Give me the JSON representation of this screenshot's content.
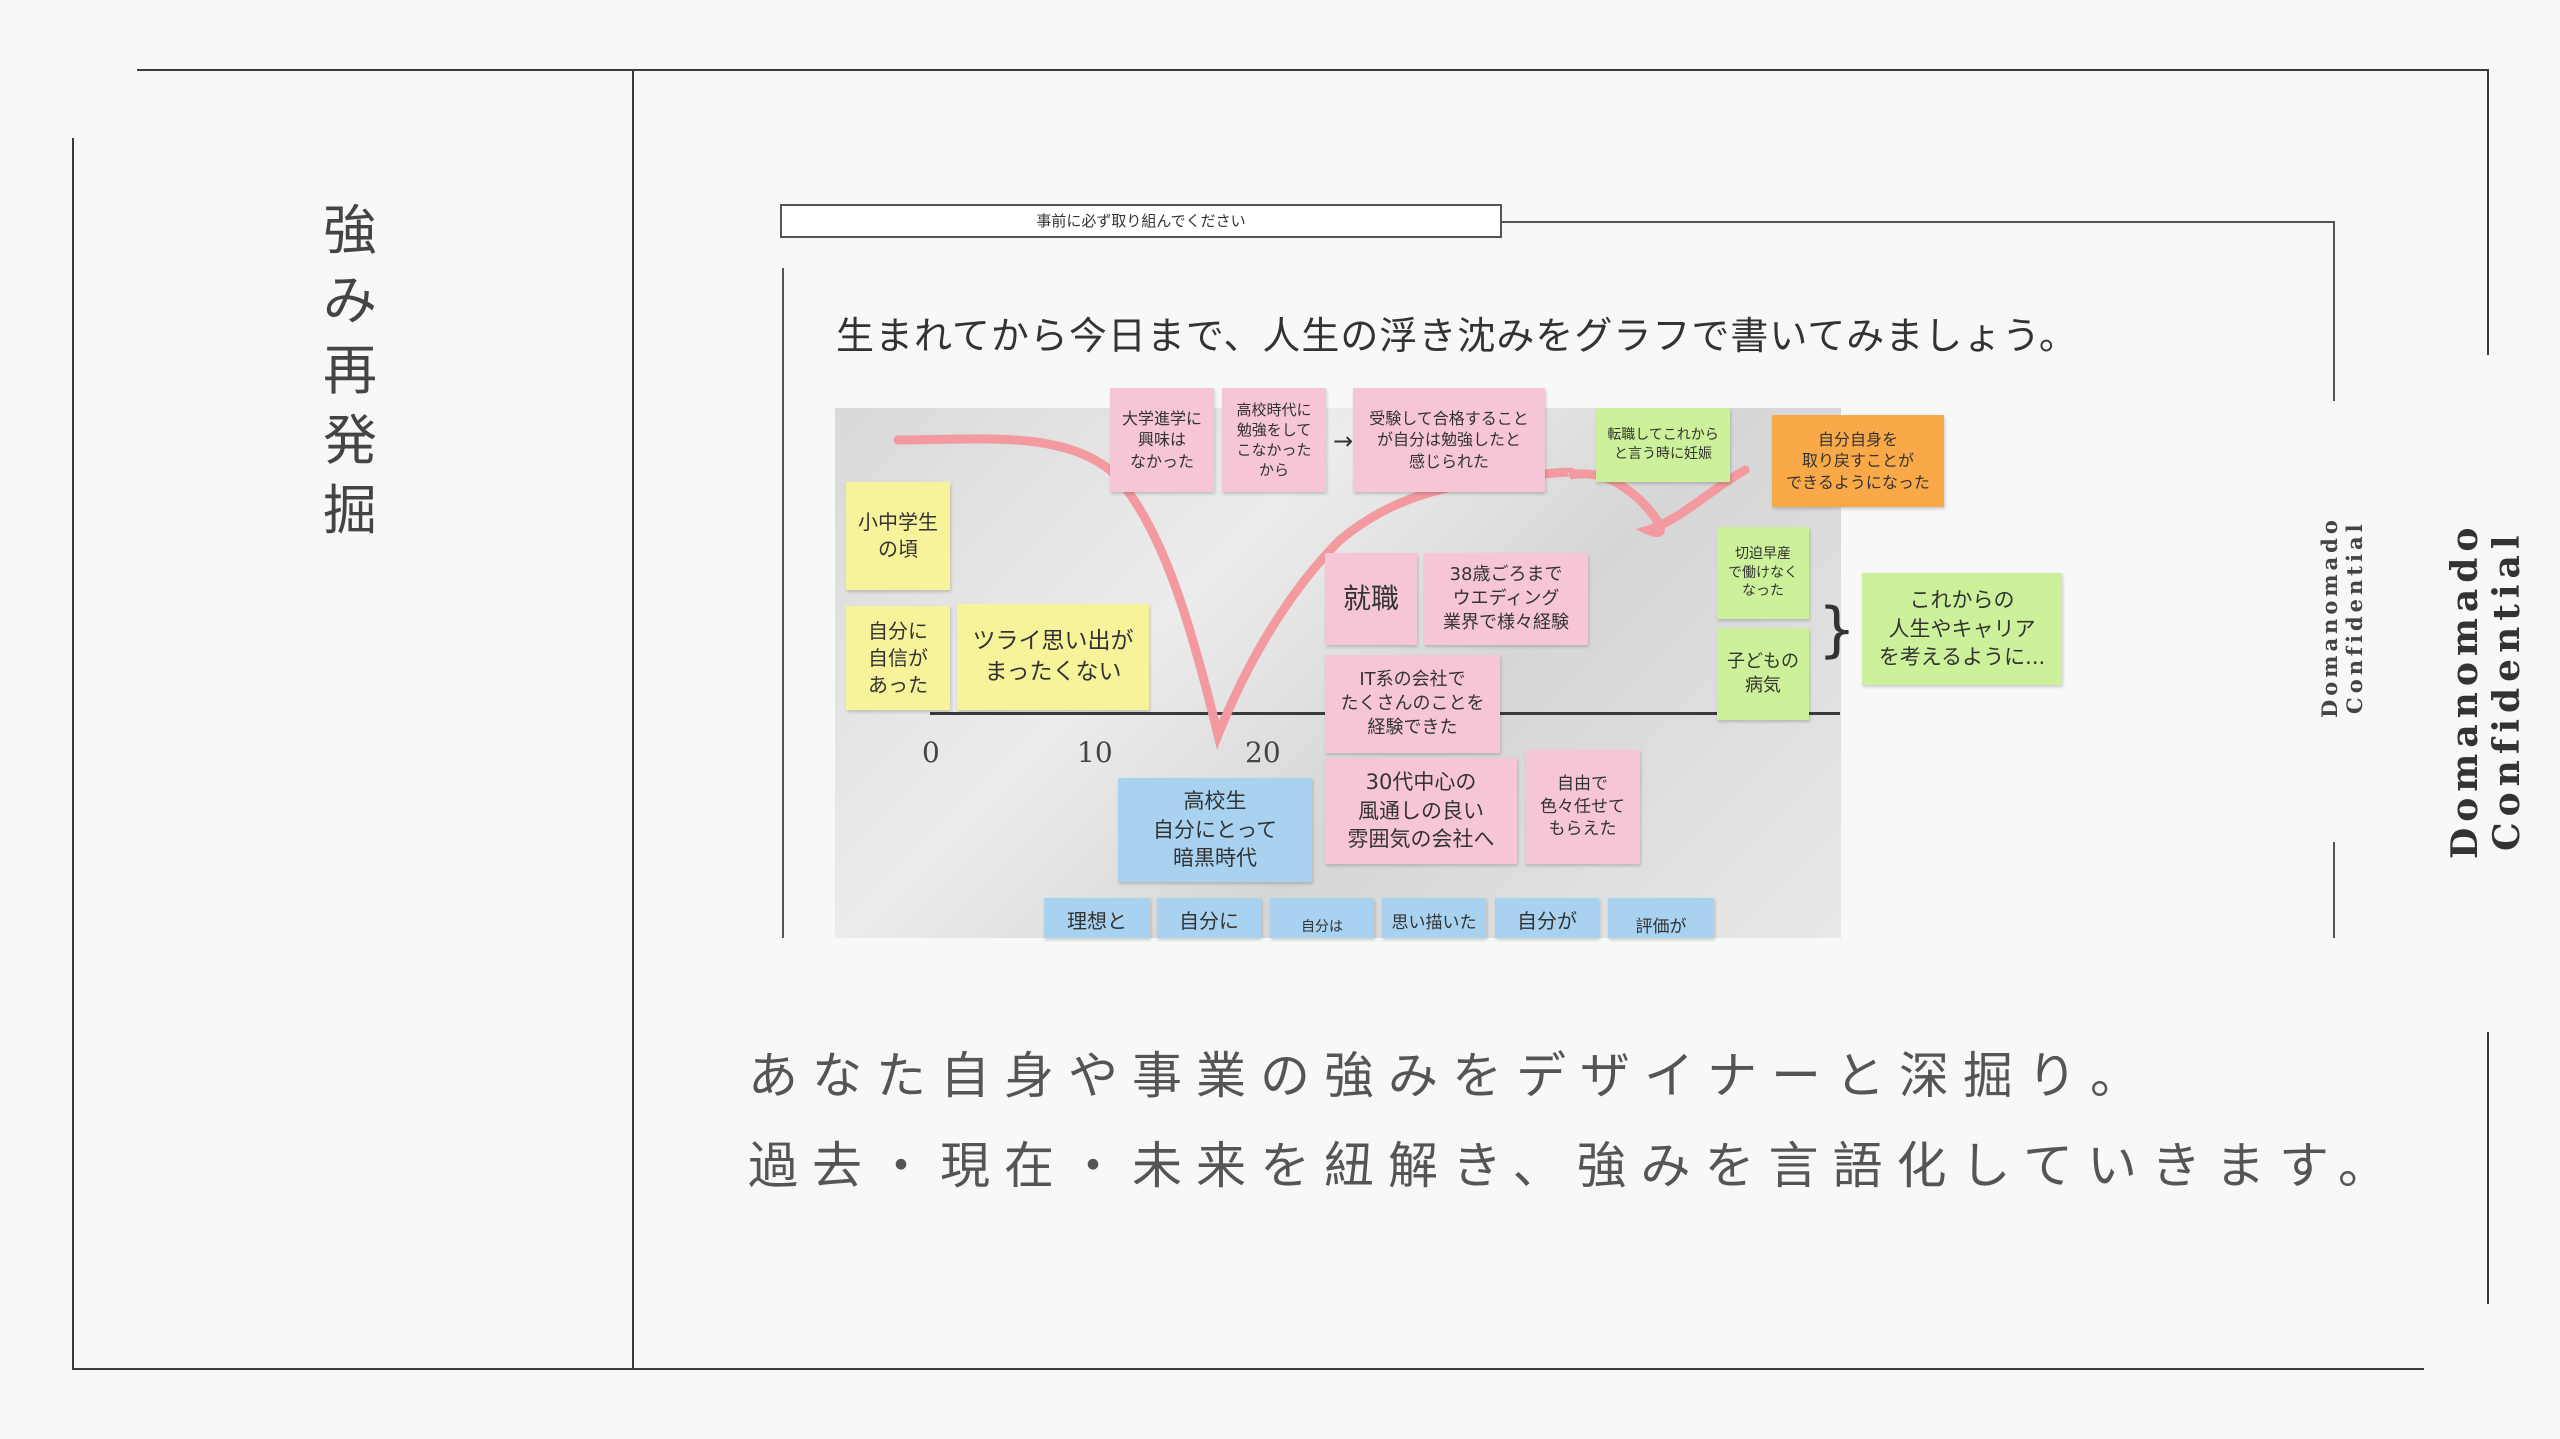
{
  "sidebar": {
    "title_chars": [
      "強",
      "み",
      "再",
      "発",
      "掘"
    ]
  },
  "watermark": {
    "large": "Domanomado  Confidential",
    "small": "Domanomado  Confidential"
  },
  "worksheet": {
    "header": "事前に必ず取り組んでください",
    "question": "生まれてから今日まで、人生の浮き沈みをグラフで書いてみましょう。",
    "axis_ticks": [
      "0",
      "10",
      "20"
    ],
    "notes": {
      "elementary": "小中学生\nの頃",
      "confident": "自分に\n自信が\nあった",
      "no_hard_memories": "ツライ思い出が\nまったくない",
      "uni_no_interest": "大学進学に\n興味は\nなかった",
      "no_study": "高校時代に\n勉強をして\nこなかった\nから",
      "passed_exam": "受験して合格すること\nが自分は勉強したと\n感じられた",
      "job_change": "転職してこれから\nと言う時に妊娠",
      "self_recovery": "自分自身を\n取り戻すことが\nできるようになった",
      "employment": "就職",
      "wedding": "38歳ごろまで\nウエディング\n業界で様々経験",
      "it_company": "IT系の会社で\nたくさんのことを\n経験できた",
      "early_birth": "切迫早産\nで働けなく\nなった",
      "child_sick": "子どもの\n病気",
      "think_career": "これからの\n人生やキャリア\nを考えるように...",
      "high_school": "高校生\n自分にとって\n暗黒時代",
      "thirties_company": "30代中心の\n風通しの良い\n雰囲気の会社へ",
      "freedom": "自由で\n色々任せて\nもらえた",
      "bottom_1": "理想と",
      "bottom_2": "自分に",
      "bottom_3": "自分は",
      "bottom_4": "思い描いた",
      "bottom_5": "自分が",
      "bottom_6": "評価が"
    }
  },
  "caption": {
    "line1": "あなた自身や事業の強みをデザイナーと深掘り。",
    "line2": "過去・現在・未来を紐解き、強みを言語化していきます。"
  },
  "colors": {
    "curve": "#f29aa0",
    "frame": "#3b3b3b"
  }
}
